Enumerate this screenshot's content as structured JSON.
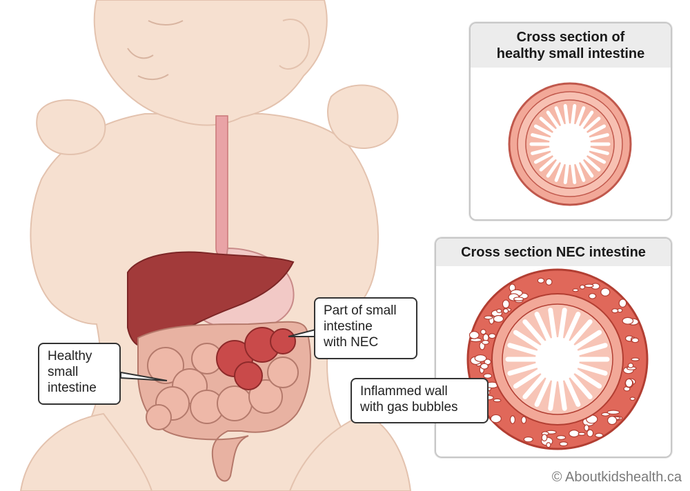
{
  "callouts": {
    "healthy": {
      "lines": [
        "Healthy",
        "small",
        "intestine"
      ]
    },
    "nec_part": {
      "lines": [
        "Part of small",
        "intestine",
        "with NEC"
      ]
    },
    "inflamed": {
      "lines": [
        "Inflammed wall",
        "with gas bubbles"
      ]
    }
  },
  "panels": {
    "healthy": {
      "title_lines": [
        "Cross section of",
        "healthy small intestine"
      ]
    },
    "nec": {
      "title_lines": [
        "Cross section NEC intestine"
      ]
    }
  },
  "credit": "© Aboutkidshealth.ca",
  "colors": {
    "skin": "#f6e0d0",
    "skin_outline": "#e3c2ae",
    "liver": "#a23a3a",
    "intestine": "#e8b2a2",
    "nec_intestine": "#c94a4a",
    "tissue": "#e08070",
    "panel_header": "#ececec"
  }
}
